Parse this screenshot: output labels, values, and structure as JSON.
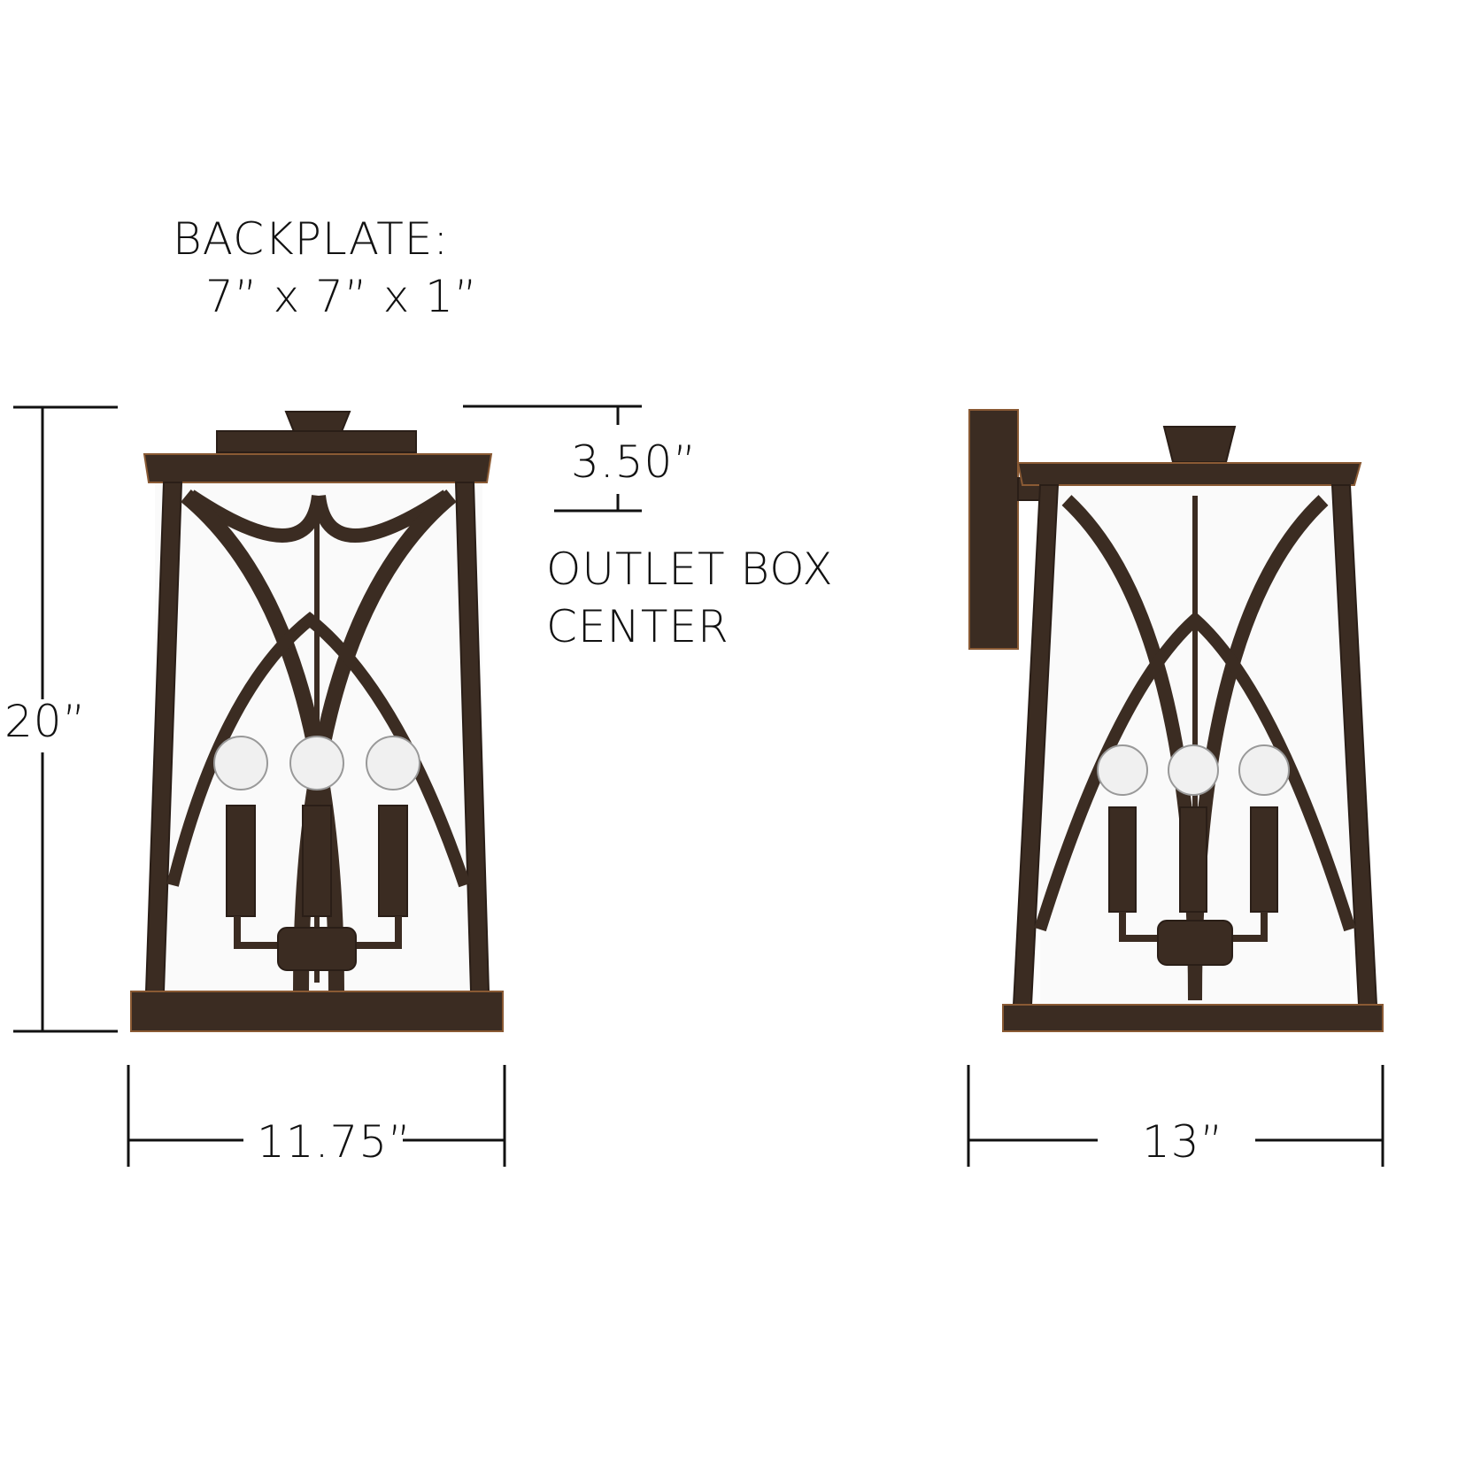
{
  "backplate": {
    "title": "BACKPLATE:",
    "size": "7” x 7” x 1”"
  },
  "dimensions": {
    "height": "20”",
    "width": "11.75”",
    "depth": "13”",
    "outlet_offset": "3.50”",
    "outlet_label_line1": "OUTLET BOX",
    "outlet_label_line2": "CENTER"
  },
  "colors": {
    "bronze": "#3b2c22",
    "highlight": "#8a5a34",
    "line": "#111111"
  }
}
